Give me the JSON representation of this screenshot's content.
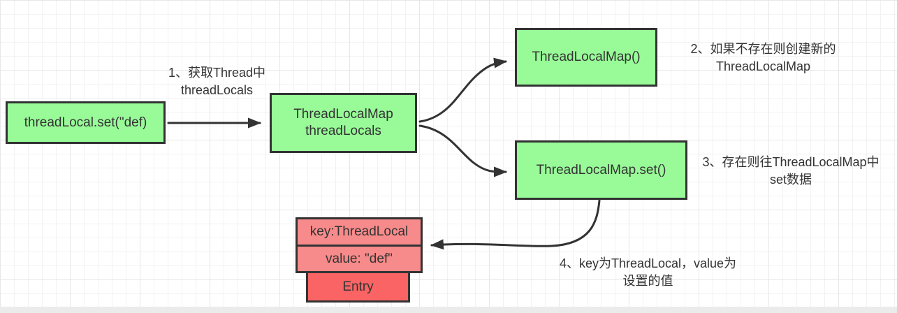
{
  "canvas": {
    "background": "#ffffff",
    "grid_minor_color": "#f2f2f2",
    "grid_major_color": "#e7e7e7",
    "bottom_strip_color": "#ebebeb"
  },
  "colors": {
    "node_fill_green": "#98fb98",
    "node_fill_pink": "#f78a8a",
    "node_fill_red": "#fa6464",
    "node_border": "#333333",
    "arrow": "#333333",
    "text": "#333333"
  },
  "nodes": {
    "thread_local_set": {
      "label": "threadLocal.set(\"def)"
    },
    "thread_locals_map": {
      "line1": "ThreadLocalMap",
      "line2": "threadLocals"
    },
    "thread_local_map_ctor": {
      "label": "ThreadLocalMap()"
    },
    "thread_local_map_set": {
      "label": "ThreadLocalMap.set()"
    },
    "entry_key": {
      "label": "key:ThreadLocal"
    },
    "entry_value": {
      "label": "value: \"def\""
    },
    "entry": {
      "label": "Entry"
    }
  },
  "annotations": {
    "step1": {
      "line1": "1、获取Thread中",
      "line2": "threadLocals"
    },
    "step2": {
      "line1": "2、如果不存在则创建新的",
      "line2": "ThreadLocalMap"
    },
    "step3": {
      "line1": "3、存在则往ThreadLocalMap中",
      "line2": "set数据"
    },
    "step4": {
      "line1": "4、key为ThreadLocal，value为",
      "line2": "设置的值"
    }
  }
}
